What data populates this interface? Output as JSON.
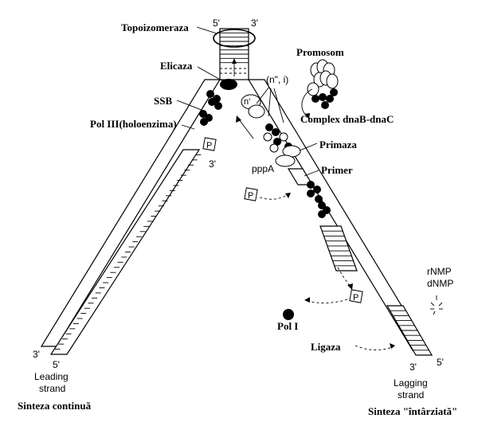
{
  "labels": {
    "topoizomeraza": "Topoizomeraza",
    "elicaza": "Elicaza",
    "ssb": "SSB",
    "pol3": "Pol III(holoenzima)",
    "promosom": "Promosom",
    "n_i": "(n\", i)",
    "complex": "Complex dnaB-dnaC",
    "primaza": "Primaza",
    "pppA": "pppA",
    "primer": "Primer",
    "rnmp": "rNMP",
    "dnmp": "dNMP",
    "pol1": "Pol I",
    "ligaza": "Ligaza",
    "leading_strand_1": "Leading",
    "leading_strand_2": "strand",
    "lagging_strand_1": "Lagging",
    "lagging_strand_2": "strand",
    "sinteza_continua": "Sinteza continuă",
    "sinteza_intarziata": "Sinteza \"întârziată\"",
    "p_symbol": "P",
    "n_symbol": "n'"
  },
  "ends": {
    "top_5": "5'",
    "top_3": "3'",
    "pol3_3": "3'",
    "leading_3": "3'",
    "leading_5": "5'",
    "lagging_3": "3'",
    "lagging_5": "5'"
  }
}
